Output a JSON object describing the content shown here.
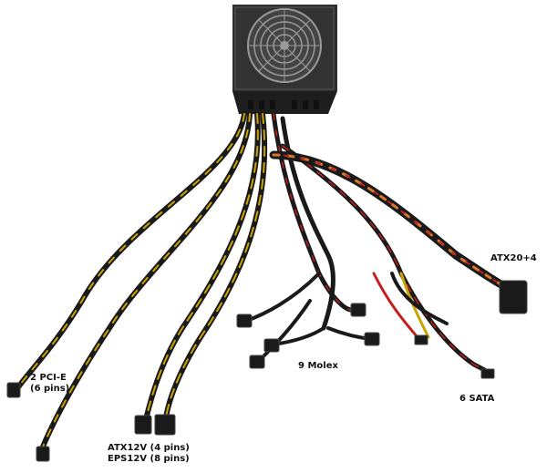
{
  "labels": {
    "pcie_line1": "2 PCI-E",
    "pcie_line2": "(6 pins)",
    "atx12v_line1": "ATX12V (4 pins)",
    "atx12v_line2": "EPS12V (8 pins)",
    "molex": "9 Molex",
    "sata": "6 SATA",
    "atx20": "ATX20+4"
  },
  "colors": {
    "psu_body": "#2b2b2b",
    "fan_grill": "#8a8a8a",
    "cable_black": "#1a1a1a",
    "cable_yellow": "#c9a300",
    "cable_red": "#c41e1e",
    "cable_orange": "#d9782a",
    "connector": "#1a1a1a"
  }
}
